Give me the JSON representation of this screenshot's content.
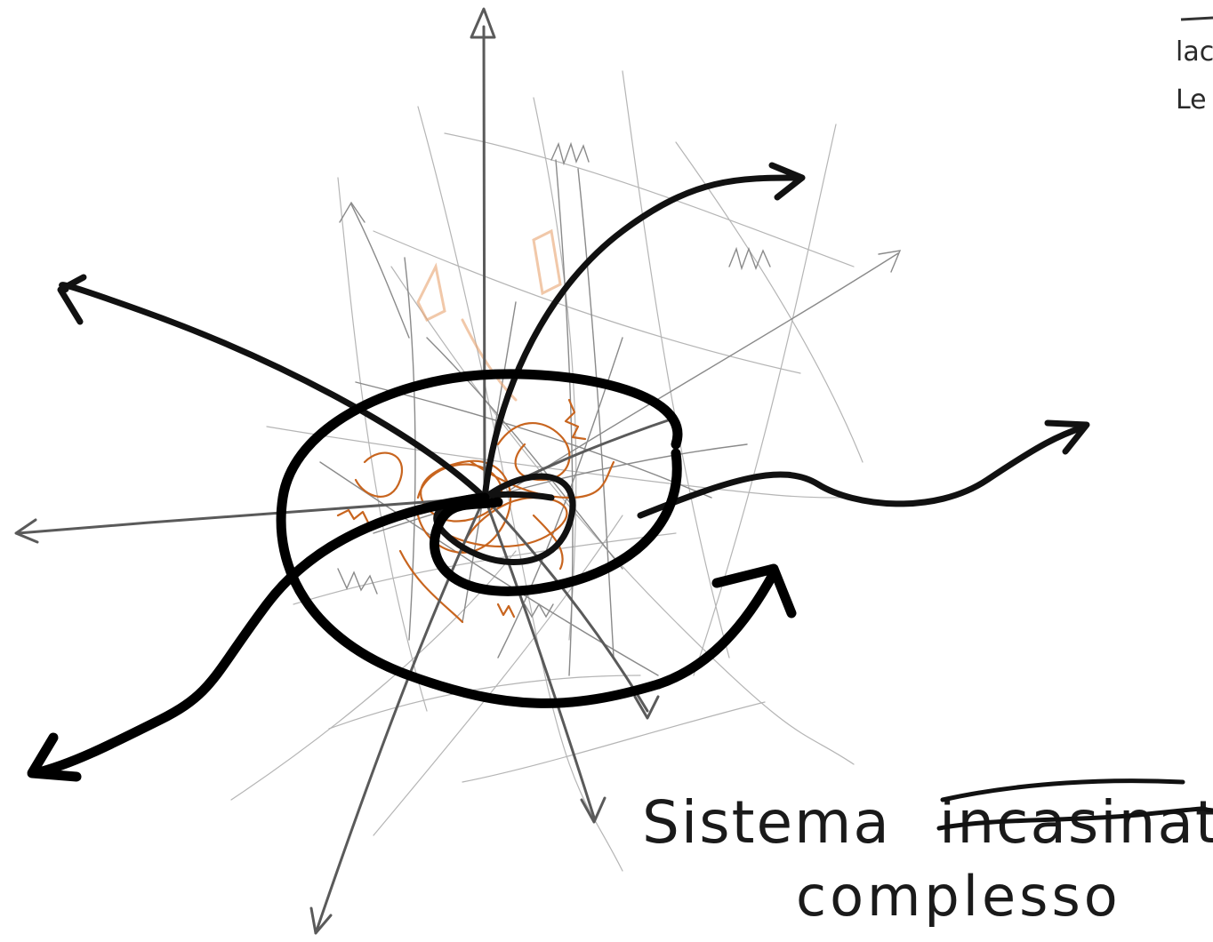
{
  "caption": {
    "line1_word1": "Sistema",
    "line1_word2_struck": "incasinato",
    "line2": "complesso"
  },
  "corner_note": {
    "line1": "lac",
    "line2": "Le"
  },
  "colors": {
    "ink": "#111111",
    "pencil": "#8a8a8a",
    "orange_scribble": "#c8651f",
    "background": "#ffffff"
  }
}
